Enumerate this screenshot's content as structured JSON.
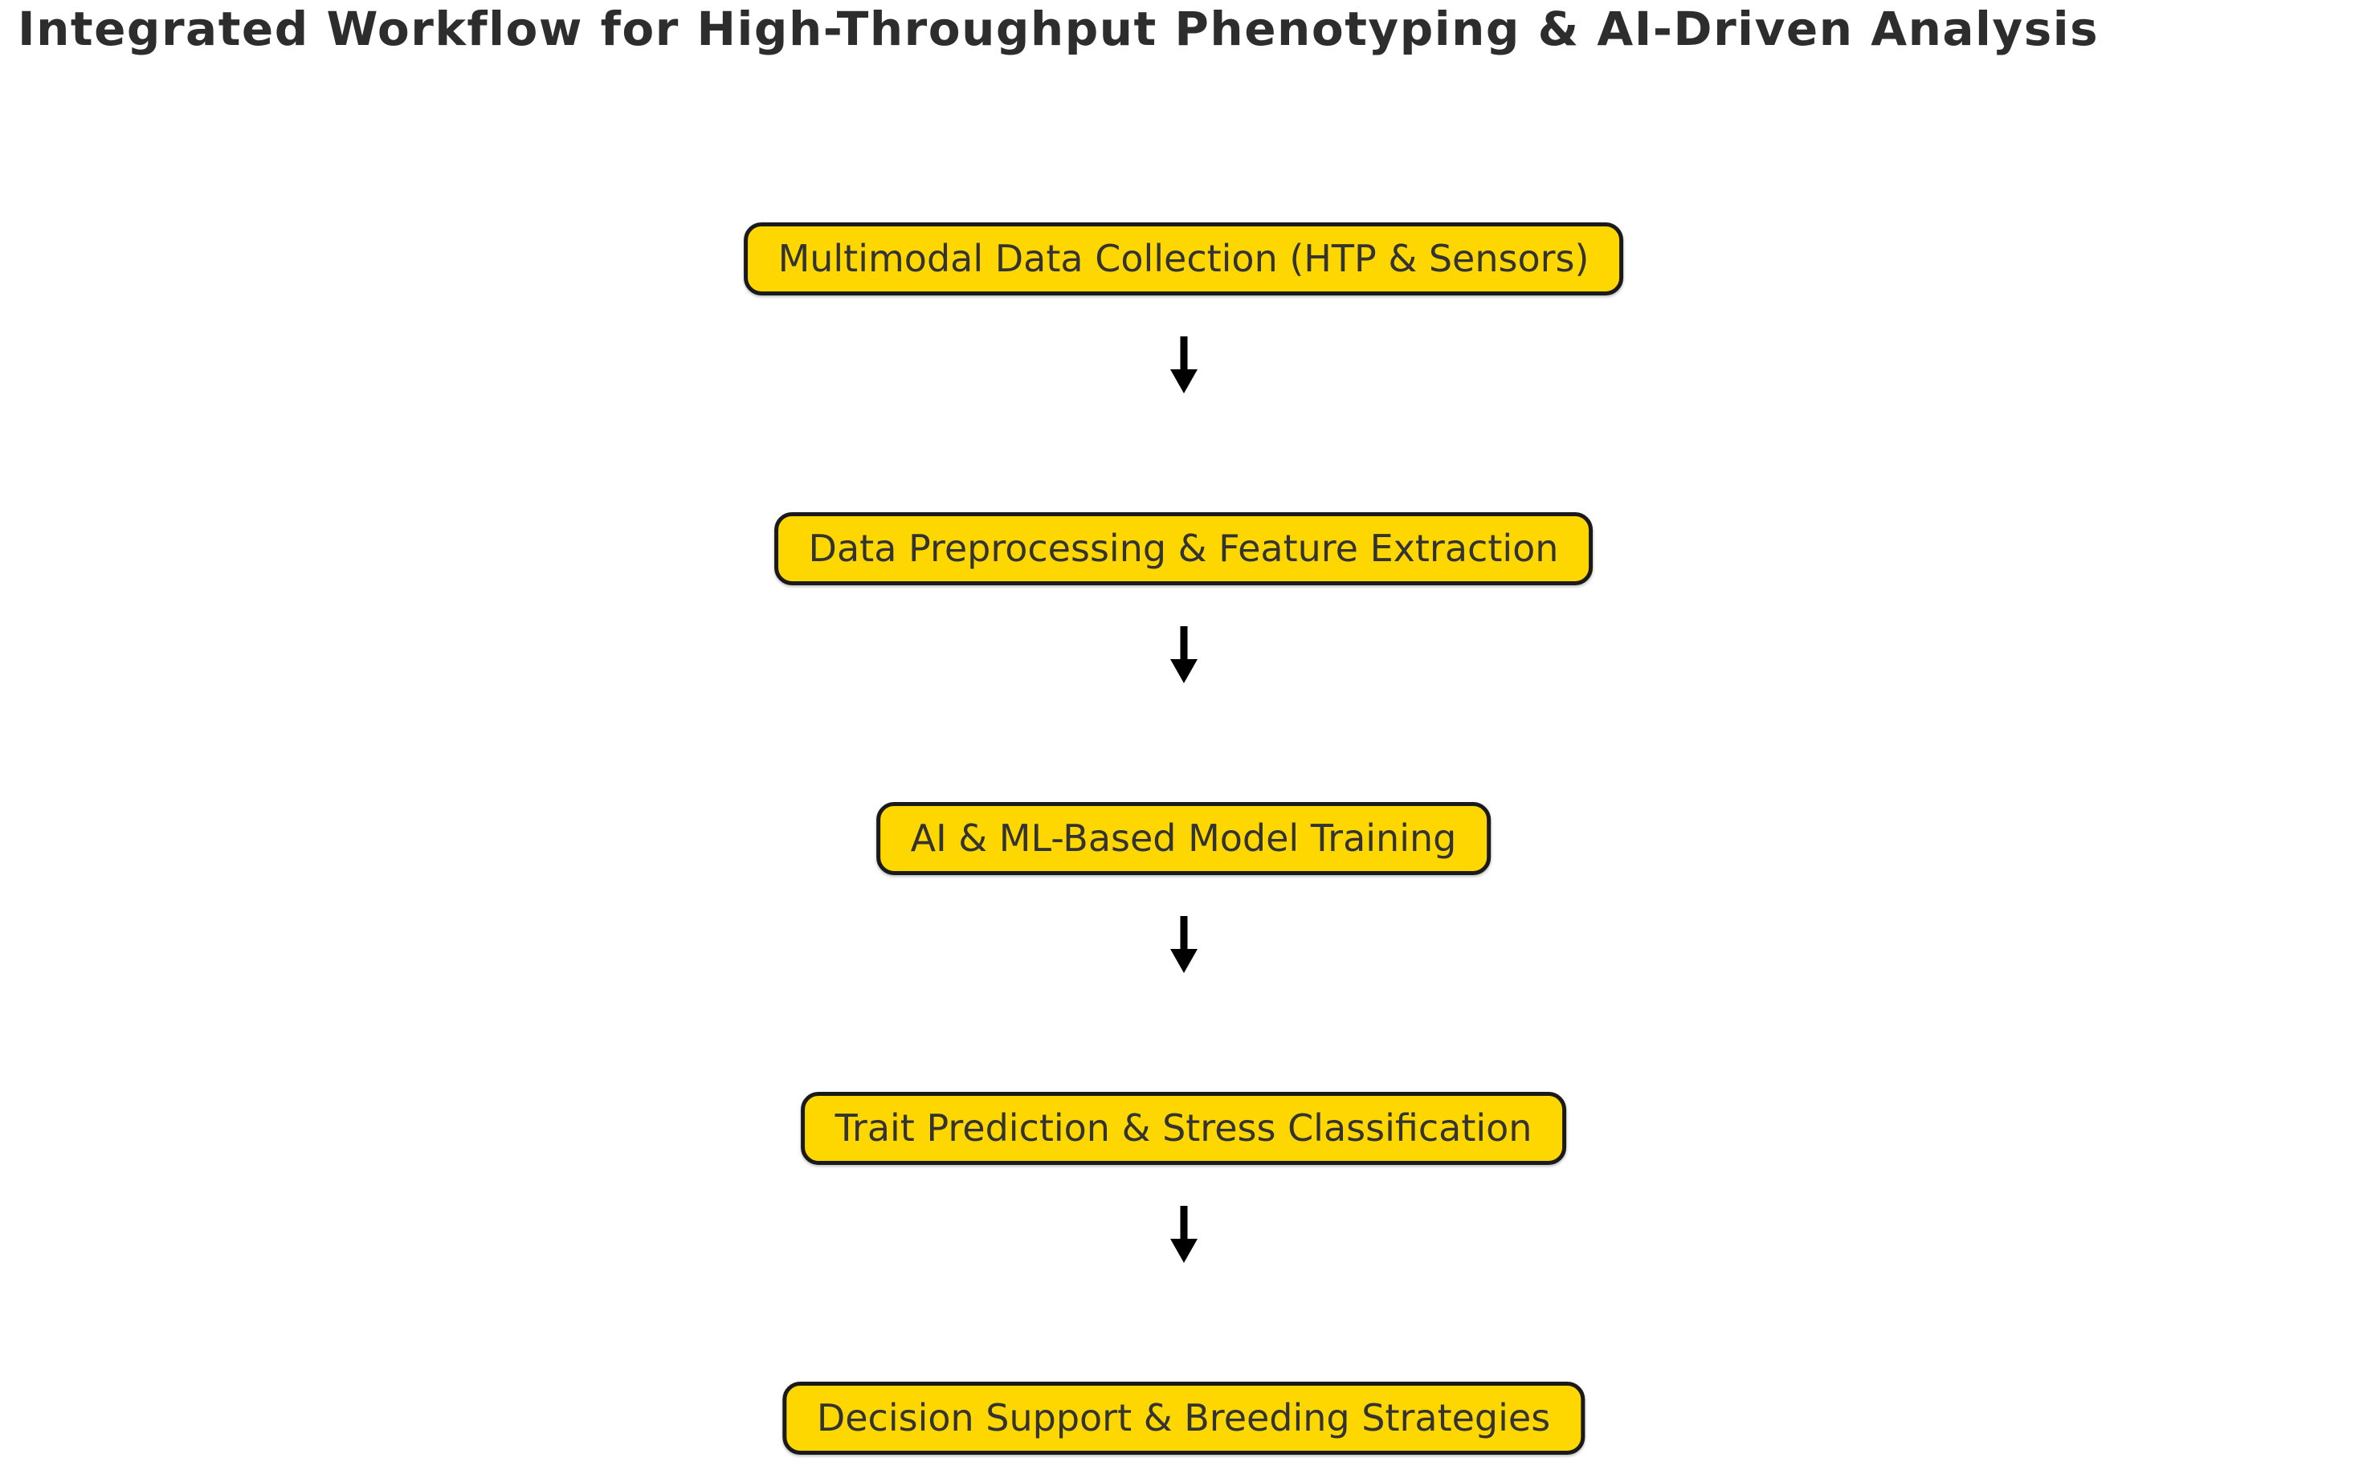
{
  "title": "Integrated Workflow for High-Throughput Phenotyping & AI-Driven Analysis",
  "flowchart": {
    "type": "vertical-flow",
    "direction": "top-down",
    "nodes": [
      {
        "id": "collect",
        "label": "Multimodal Data Collection (HTP & Sensors)"
      },
      {
        "id": "preprocess",
        "label": "Data Preprocessing & Feature Extraction"
      },
      {
        "id": "train",
        "label": "AI & ML-Based Model Training"
      },
      {
        "id": "predict",
        "label": "Trait Prediction & Stress Classification"
      },
      {
        "id": "decide",
        "label": "Decision Support & Breeding Strategies"
      }
    ],
    "edges": [
      {
        "from": "collect",
        "to": "preprocess"
      },
      {
        "from": "preprocess",
        "to": "train"
      },
      {
        "from": "train",
        "to": "predict"
      },
      {
        "from": "predict",
        "to": "decide"
      }
    ]
  },
  "colors": {
    "background": "#FFFFFF",
    "node_fill": "#FFD700",
    "node_border": "#1A1A1A",
    "node_text": "#333333",
    "arrow": "#000000",
    "title_text": "#2D2D2D"
  }
}
